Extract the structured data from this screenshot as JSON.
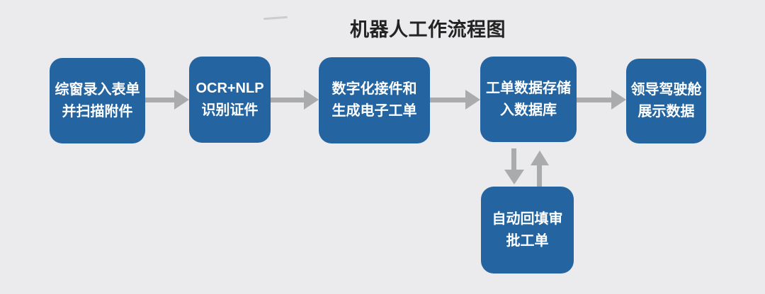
{
  "title": "机器人工作流程图",
  "colors": {
    "background": "#ebebed",
    "node_fill": "#2364a1",
    "node_text": "#ffffff",
    "arrow": "#aaabad",
    "title_text": "#232323"
  },
  "flow": {
    "nodes": [
      {
        "id": "node-1",
        "line1": "综窗录入表单",
        "line2": "并扫描附件"
      },
      {
        "id": "node-2",
        "line1": "OCR+NLP",
        "line2": "识别证件"
      },
      {
        "id": "node-3",
        "line1": "数字化接件和",
        "line2": "生成电子工单"
      },
      {
        "id": "node-4",
        "line1": "工单数据存储",
        "line2": "入数据库"
      },
      {
        "id": "node-5",
        "line1": "领导驾驶舱",
        "line2": "展示数据"
      },
      {
        "id": "node-6",
        "line1": "自动回填审",
        "line2": "批工单"
      }
    ],
    "connectors": [
      {
        "from": "综窗录入表单并扫描附件",
        "to": "OCR+NLP识别证件",
        "direction": "right"
      },
      {
        "from": "OCR+NLP识别证件",
        "to": "数字化接件和生成电子工单",
        "direction": "right"
      },
      {
        "from": "数字化接件和生成电子工单",
        "to": "工单数据存储入数据库",
        "direction": "right"
      },
      {
        "from": "工单数据存储入数据库",
        "to": "领导驾驶舱展示数据",
        "direction": "right"
      },
      {
        "from": "工单数据存储入数据库",
        "to": "自动回填审批工单",
        "direction": "down"
      },
      {
        "from": "自动回填审批工单",
        "to": "工单数据存储入数据库",
        "direction": "up"
      }
    ]
  }
}
